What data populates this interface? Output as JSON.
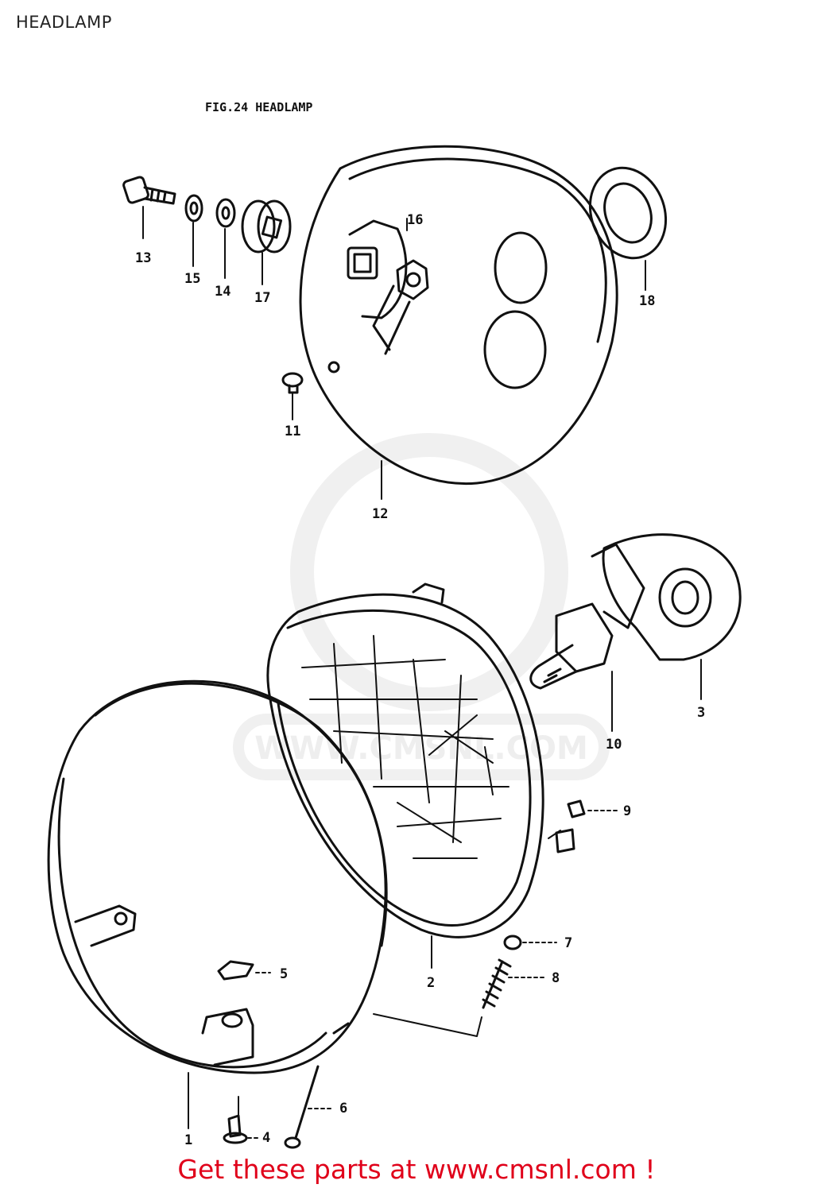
{
  "page": {
    "title": "HEADLAMP"
  },
  "figure": {
    "caption": "FIG.24  HEADLAMP"
  },
  "callouts": {
    "c1": "1",
    "c2": "2",
    "c3": "3",
    "c4": "4",
    "c5": "5",
    "c6": "6",
    "c7": "7",
    "c8": "8",
    "c9": "9",
    "c10": "10",
    "c11": "11",
    "c12": "12",
    "c13": "13",
    "c14": "14",
    "c15": "15",
    "c16": "16",
    "c17": "17",
    "c18": "18"
  },
  "watermark": {
    "text": "WWW.CMSNL.COM"
  },
  "footer": {
    "cta": "Get these parts at www.cmsnl.com !"
  }
}
